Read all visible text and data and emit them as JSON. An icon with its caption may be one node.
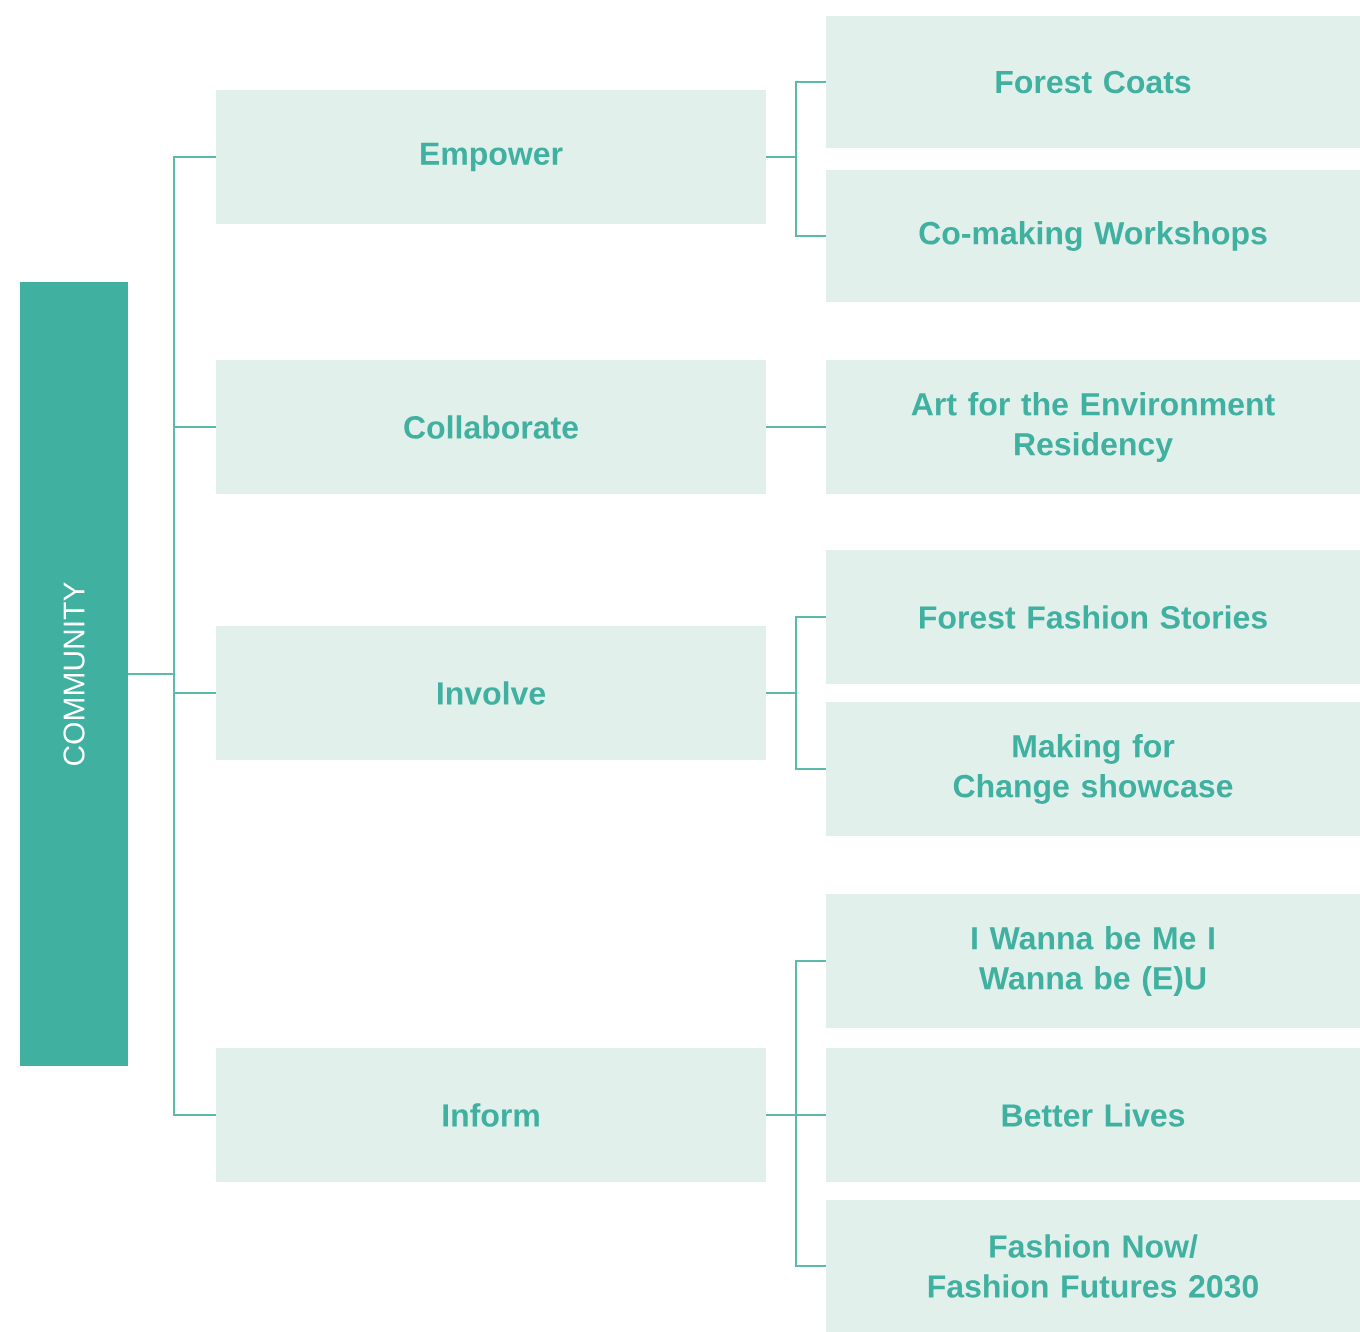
{
  "diagram": {
    "nodes": [
      {
        "text": [
          "COMMUNITY"
        ]
      },
      {
        "text": [
          "Empower"
        ]
      },
      {
        "text": [
          "Forest Coats"
        ]
      },
      {
        "text": [
          "Co-making Workshops"
        ]
      },
      {
        "text": [
          "Collaborate"
        ]
      },
      {
        "text": [
          "Art for the Environment Residency"
        ]
      },
      {
        "text": [
          "Involve"
        ]
      },
      {
        "text": [
          "Forest Fashion Stories"
        ]
      },
      {
        "text": [
          "Making for Change showcase"
        ]
      },
      {
        "text": [
          "Inform"
        ]
      },
      {
        "text": [
          "I Wanna be Me I Wanna be (E)U"
        ]
      },
      {
        "text": [
          "Better Lives"
        ]
      },
      {
        "text": [
          "Fashion Now/ Fashion Futures 2030"
        ]
      }
    ],
    "edges": [
      {
        "from": 0,
        "to": 1,
        "arrow": "none"
      },
      {
        "from": 0,
        "to": 4,
        "arrow": "none"
      },
      {
        "from": 0,
        "to": 6,
        "arrow": "none"
      },
      {
        "from": 0,
        "to": 9,
        "arrow": "none"
      },
      {
        "from": 1,
        "to": 2,
        "arrow": "none"
      },
      {
        "from": 1,
        "to": 3,
        "arrow": "none"
      },
      {
        "from": 4,
        "to": 5,
        "arrow": "none"
      },
      {
        "from": 6,
        "to": 7,
        "arrow": "none"
      },
      {
        "from": 6,
        "to": 8,
        "arrow": "none"
      },
      {
        "from": 9,
        "to": 10,
        "arrow": "none"
      },
      {
        "from": 9,
        "to": 11,
        "arrow": "none"
      },
      {
        "from": 9,
        "to": 12,
        "arrow": "none"
      }
    ]
  }
}
